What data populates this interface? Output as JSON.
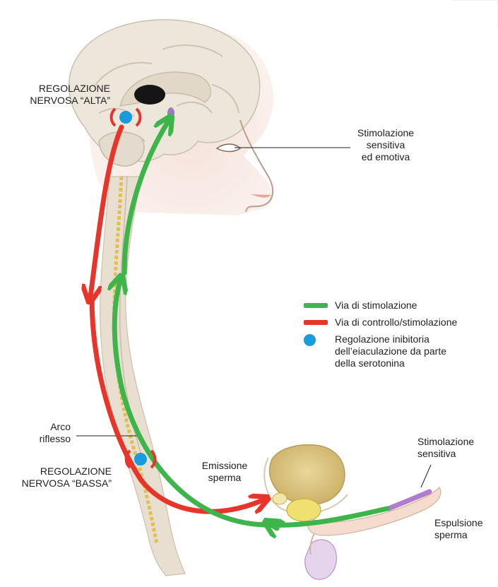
{
  "labels": {
    "upper_regulation": [
      "REGOLAZIONE",
      "NERVOSA “ALTA”"
    ],
    "sensory_emotional": [
      "Stimolazione",
      "sensitiva",
      "ed emotiva"
    ],
    "reflex_arc": [
      "Arco",
      "riflesso"
    ],
    "lower_regulation": [
      "REGOLAZIONE",
      "NERVOSA “BASSA”"
    ],
    "sperm_emission": [
      "Emissione",
      "sperma"
    ],
    "sensory_stimulation": [
      "Stimolazione",
      "sensitiva"
    ],
    "sperm_expulsion": [
      "Espulsione",
      "sperma"
    ]
  },
  "legend": [
    {
      "label": [
        "Via di stimolazione"
      ],
      "color": "#3db54a",
      "icon": "green-line-swatch"
    },
    {
      "label": [
        "Via di controllo/stimolazione"
      ],
      "color": "#e8352b",
      "icon": "red-line-swatch"
    },
    {
      "label": [
        "Regolazione inibitoria",
        "dell’eiaculazione da parte",
        "della serotonina"
      ],
      "color": "#1a9bdc",
      "icon": "blue-dot"
    }
  ],
  "colors": {
    "stimulation_path": "#3db54a",
    "control_path": "#e8352b",
    "serotonin_dot": "#1a9bdc",
    "brain": "#e6dfd3",
    "spinal_cord": "#d8c8b2",
    "nerve_yellow": "#e3c24c"
  }
}
